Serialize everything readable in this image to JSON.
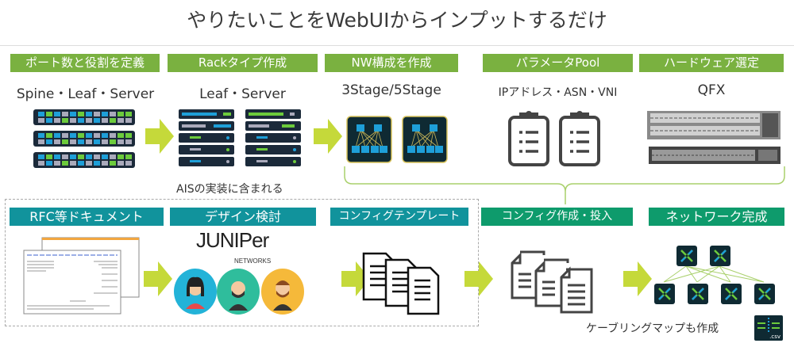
{
  "title": "やりたいことをWebUIからインプットするだけ",
  "top_steps": [
    {
      "label": "ポート数と役割を定義",
      "sub": "Spine・Leaf・Server"
    },
    {
      "label": "Rackタイプ作成",
      "sub": "Leaf・Server"
    },
    {
      "label": "NW構成を作成",
      "sub": "3Stage/5Stage"
    },
    {
      "label": "パラメータPool",
      "sub": "IPアドレス・ASN・VNI"
    },
    {
      "label": "ハードウェア選定",
      "sub": "QFX"
    }
  ],
  "ais_note": "AISの実装に含まれる",
  "bottom_steps": [
    {
      "label": "RFC等ドキュメント"
    },
    {
      "label": "デザイン検討",
      "logo": "JUNIPER NETWORKS"
    },
    {
      "label": "コンフィグテンプレート"
    },
    {
      "label": "コンフィグ作成・投入"
    },
    {
      "label": "ネットワーク完成"
    }
  ],
  "cabling_note": "ケーブリングマップも作成",
  "csv_label": ".csv",
  "colors": {
    "top_label": "#7ab140",
    "ais_label": "#11939c",
    "result_label": "#0e9b6c",
    "arrow": "#c5d93a"
  }
}
